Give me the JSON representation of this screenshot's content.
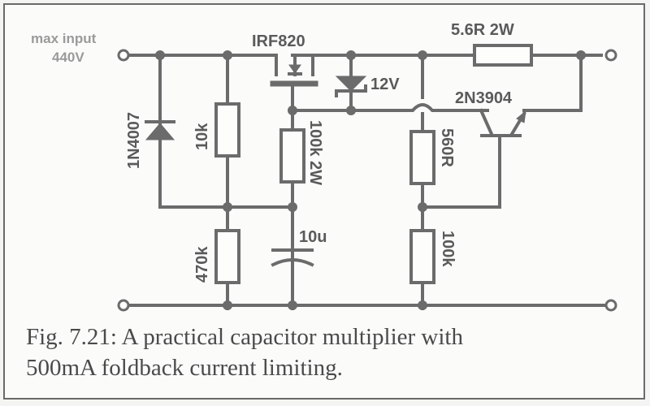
{
  "figure": {
    "caption_line1": "Fig. 7.21:  A practical capacitor multiplier with",
    "caption_line2": "500mA foldback current limiting."
  },
  "labels": {
    "input_line1": "max input",
    "input_line2": "440V",
    "mosfet": "IRF820",
    "zener": "12V",
    "sense_resistor": "5.6R 2W",
    "transistor": "2N3904",
    "diode": "1N4007",
    "r_10k": "10k",
    "r_100k_2w": "100k 2W",
    "r_560r": "560R",
    "r_470k": "470k",
    "capacitor": "10u",
    "r_100k": "100k"
  },
  "colors": {
    "ink": "#6b6b6b",
    "paper": "#fbfbfa",
    "caption": "#4a4a4a"
  }
}
